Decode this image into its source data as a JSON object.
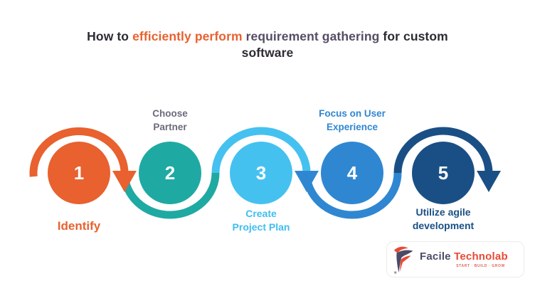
{
  "title": {
    "line1_part1": "How to ",
    "line1_highlight": "efficiently perform",
    "line1_part3": " requirement gathering ",
    "line1_part4": "for custom",
    "line2": "software"
  },
  "steps": [
    {
      "number": "1",
      "label_line1": "Identify",
      "label_line2": "",
      "color": "#e8612f",
      "label_color": "#e8612f",
      "label_position": "below"
    },
    {
      "number": "2",
      "label_line1": "Choose",
      "label_line2": "Partner",
      "color": "#1fa9a3",
      "label_color": "#6c6a7a",
      "label_position": "above"
    },
    {
      "number": "3",
      "label_line1": "Create",
      "label_line2": "Project Plan",
      "color": "#45c1f0",
      "label_color": "#3fbeef",
      "label_position": "below"
    },
    {
      "number": "4",
      "label_line1": "Focus on User",
      "label_line2": "Experience",
      "color": "#2f87d2",
      "label_color": "#2f87d2",
      "label_position": "above"
    },
    {
      "number": "5",
      "label_line1": "Utilize agile",
      "label_line2": "development",
      "color": "#1a4f85",
      "label_color": "#1a4f85",
      "label_position": "below"
    }
  ],
  "colors": {
    "background": "#ffffff",
    "title_dark": "#2e2a33",
    "title_highlight": "#e8612f",
    "title_muted_purple": "#564d63",
    "number_text": "#ffffff",
    "logo_navy": "#4b4b68",
    "logo_red": "#e94a35"
  },
  "logo": {
    "brand_part1": "Facile",
    "brand_part2": "Technolab",
    "tagline": "START · BUILD · GROW"
  }
}
